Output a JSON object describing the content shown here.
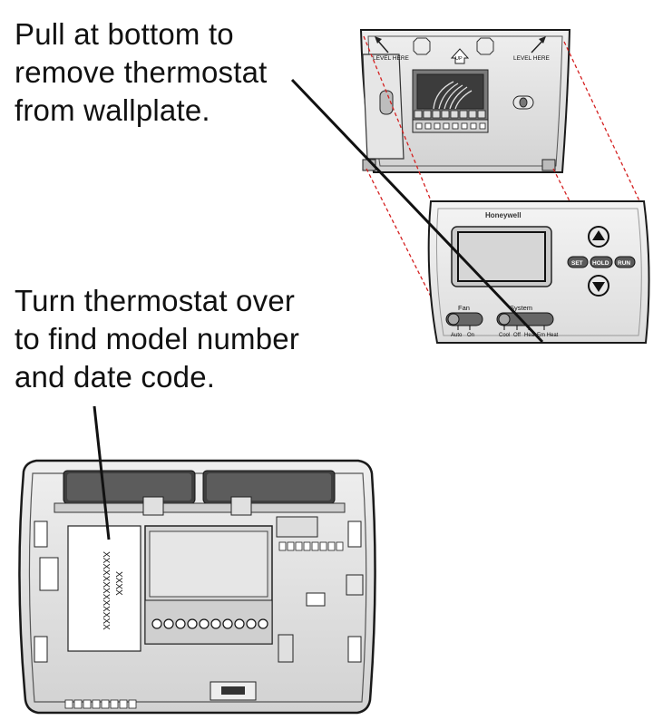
{
  "captions": {
    "pull_lines": [
      "Pull at bottom to",
      "remove thermostat",
      "from wallplate."
    ],
    "turn_lines": [
      "Turn thermostat over",
      "to find model number",
      "and date code."
    ]
  },
  "wallplate": {
    "level_here_left": "LEVEL HERE",
    "level_here_right": "LEVEL HERE",
    "up_label": "UP"
  },
  "thermostat": {
    "brand": "Honeywell",
    "buttons": {
      "set": "SET",
      "hold": "HOLD",
      "run": "RUN"
    },
    "fan": {
      "label": "Fan",
      "options": [
        "Auto",
        "On"
      ]
    },
    "system": {
      "label": "System",
      "options": [
        "Cool",
        "Off",
        "Heat",
        "Em Heat"
      ]
    }
  },
  "back_label": {
    "model_number": "XXXXXXXXXXXXX",
    "date_code": "XXXX"
  },
  "colors": {
    "line": "#1a1a1a",
    "body_fill": "#d9d9d9",
    "dark_fill": "#444444",
    "dashed_guide": "#d42020",
    "display_fill": "#c8c8c8"
  }
}
